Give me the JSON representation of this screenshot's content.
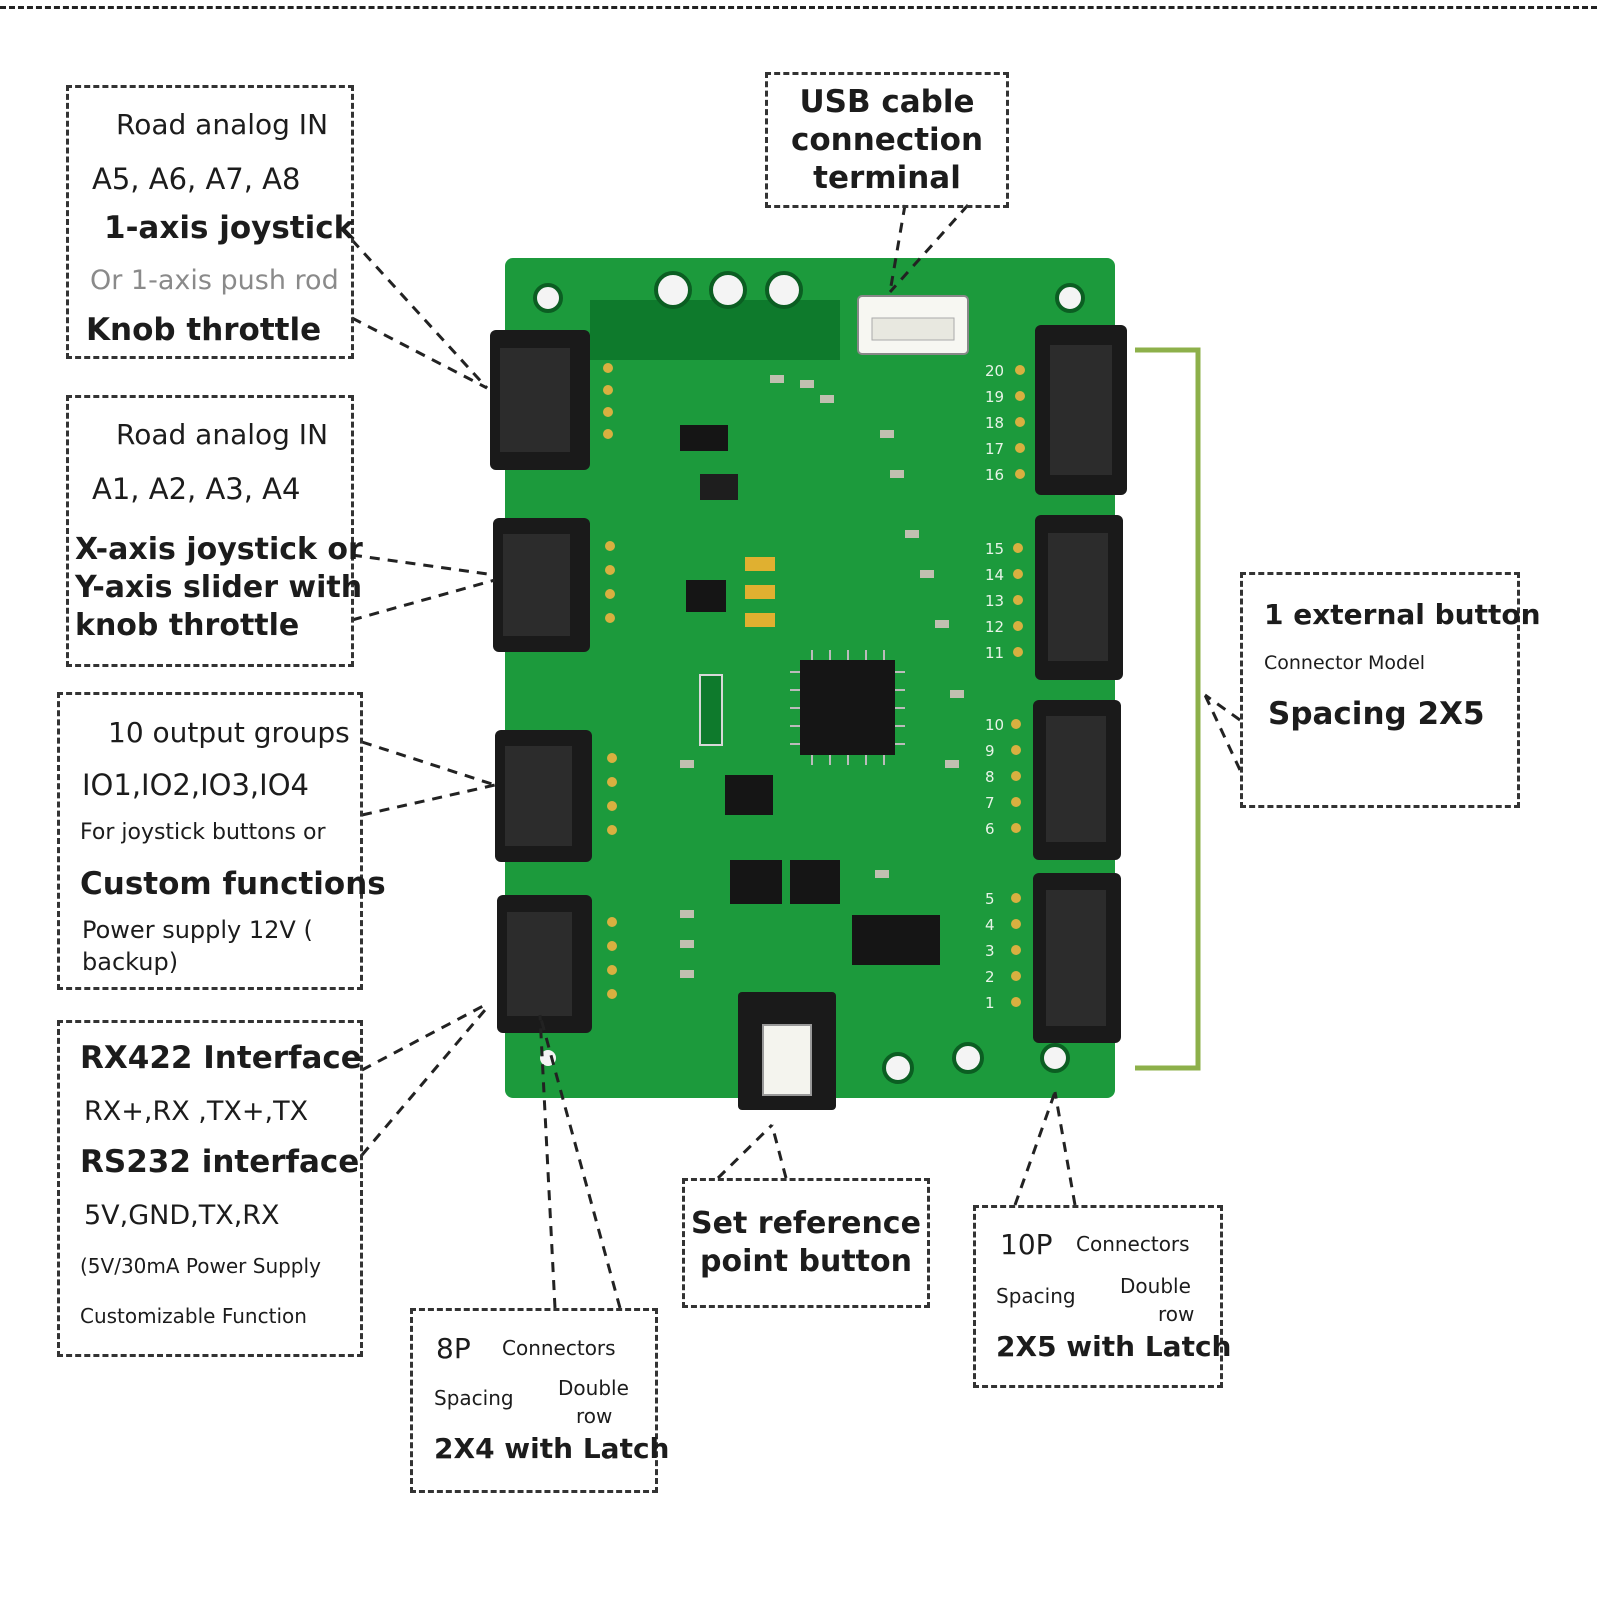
{
  "callouts": {
    "road_analog_1": {
      "title": "Road analog IN",
      "pins": "A5, A6, A7, A8",
      "line1": "1-axis joystick",
      "line2": "Or 1-axis push rod",
      "line3": "Knob throttle"
    },
    "road_analog_2": {
      "title": "Road analog IN",
      "pins": "A1, A2, A3, A4",
      "line1": "X-axis joystick or",
      "line2": "Y-axis slider with",
      "line3": "knob throttle"
    },
    "output_groups": {
      "title": "10 output groups",
      "pins": "IO1,IO2,IO3,IO4",
      "line1": "For joystick buttons or",
      "line2": "Custom functions",
      "line3": "Power supply 12V (",
      "line4": "backup)"
    },
    "serial": {
      "rx422": "RX422 Interface",
      "rx422_pins": "RX+,RX ,TX+,TX",
      "rs232": "RS232 interface",
      "rs232_pins": "5V,GND,TX,RX",
      "power": "(5V/30mA Power Supply",
      "custom": "Customizable Function"
    },
    "usb": {
      "line1": "USB cable",
      "line2": "connection",
      "line3": "terminal"
    },
    "external_button": {
      "line1": "1 external button",
      "line2": "Connector Model",
      "line3": "Spacing 2X5"
    },
    "reference": {
      "line1": "Set reference",
      "line2": "point button"
    },
    "conn10": {
      "count": "10P",
      "connectors": "Connectors",
      "spacing": "Spacing",
      "double": "Double",
      "row": "row",
      "spec": "2X5 with Latch"
    },
    "conn8": {
      "count": "8P",
      "connectors": "Connectors",
      "spacing": "Spacing",
      "double": "Double",
      "row": "row",
      "spec": "2X4 with Latch"
    }
  },
  "board": {
    "pcb_color": "#1c9a3c",
    "pin_labels_right": [
      "20",
      "19",
      "18",
      "17",
      "16",
      "15",
      "14",
      "13",
      "12",
      "11",
      "10",
      "9",
      "8",
      "7",
      "6",
      "5",
      "4",
      "3",
      "2",
      "1"
    ]
  }
}
